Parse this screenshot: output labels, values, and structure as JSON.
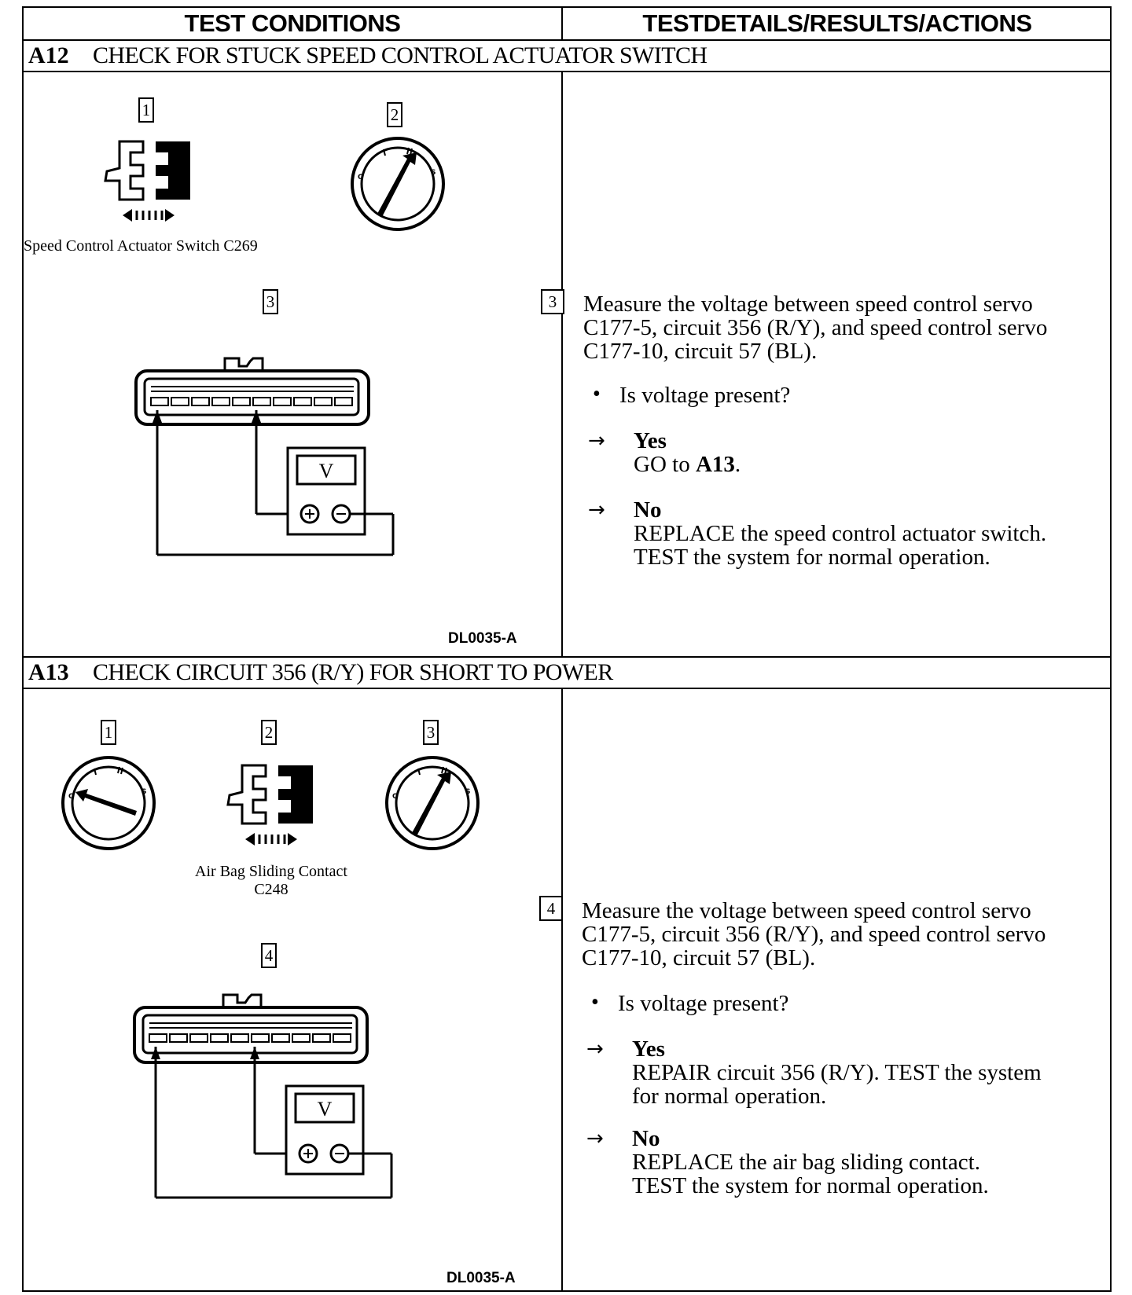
{
  "header": {
    "left": "TEST CONDITIONS",
    "right": "TESTDETAILS/RESULTS/ACTIONS"
  },
  "a12": {
    "id": "A12",
    "title": "CHECK FOR STUCK SPEED CONTROL ACTUATOR SWITCH",
    "step_labels": [
      "1",
      "2",
      "3"
    ],
    "connector_caption": "Speed Control Actuator Switch C269",
    "meter_label": "V",
    "figure_code": "DL0035-A",
    "detail": {
      "step": "3",
      "text": "Measure the voltage between speed control servo C177-5, circuit 356 (R/Y), and speed control servo C177-10, circuit 57 (BL).",
      "question": "Is voltage present?",
      "yes_label": "Yes",
      "yes_action_pre": "GO to ",
      "yes_action_ref": "A13",
      "yes_action_post": ".",
      "no_label": "No",
      "no_action": "REPLACE the speed control actuator switch. TEST the system for normal operation."
    }
  },
  "a13": {
    "id": "A13",
    "title": "CHECK CIRCUIT 356 (R/Y) FOR SHORT TO POWER",
    "step_labels": [
      "1",
      "2",
      "3",
      "4"
    ],
    "connector_caption_line1": "Air Bag Sliding Contact",
    "connector_caption_line2": "C248",
    "meter_label": "V",
    "figure_code": "DL0035-A",
    "detail": {
      "step": "4",
      "text": "Measure the voltage between speed control servo C177-5, circuit 356 (R/Y), and speed control servo C177-10, circuit 57 (BL).",
      "question": "Is voltage present?",
      "yes_label": "Yes",
      "yes_action": "REPAIR circuit 356 (R/Y). TEST the system for normal operation.",
      "no_label": "No",
      "no_action_line1": "REPLACE the air bag sliding contact.",
      "no_action_line2": "TEST the system for normal operation."
    }
  },
  "bullet": "•",
  "arrow": "→"
}
